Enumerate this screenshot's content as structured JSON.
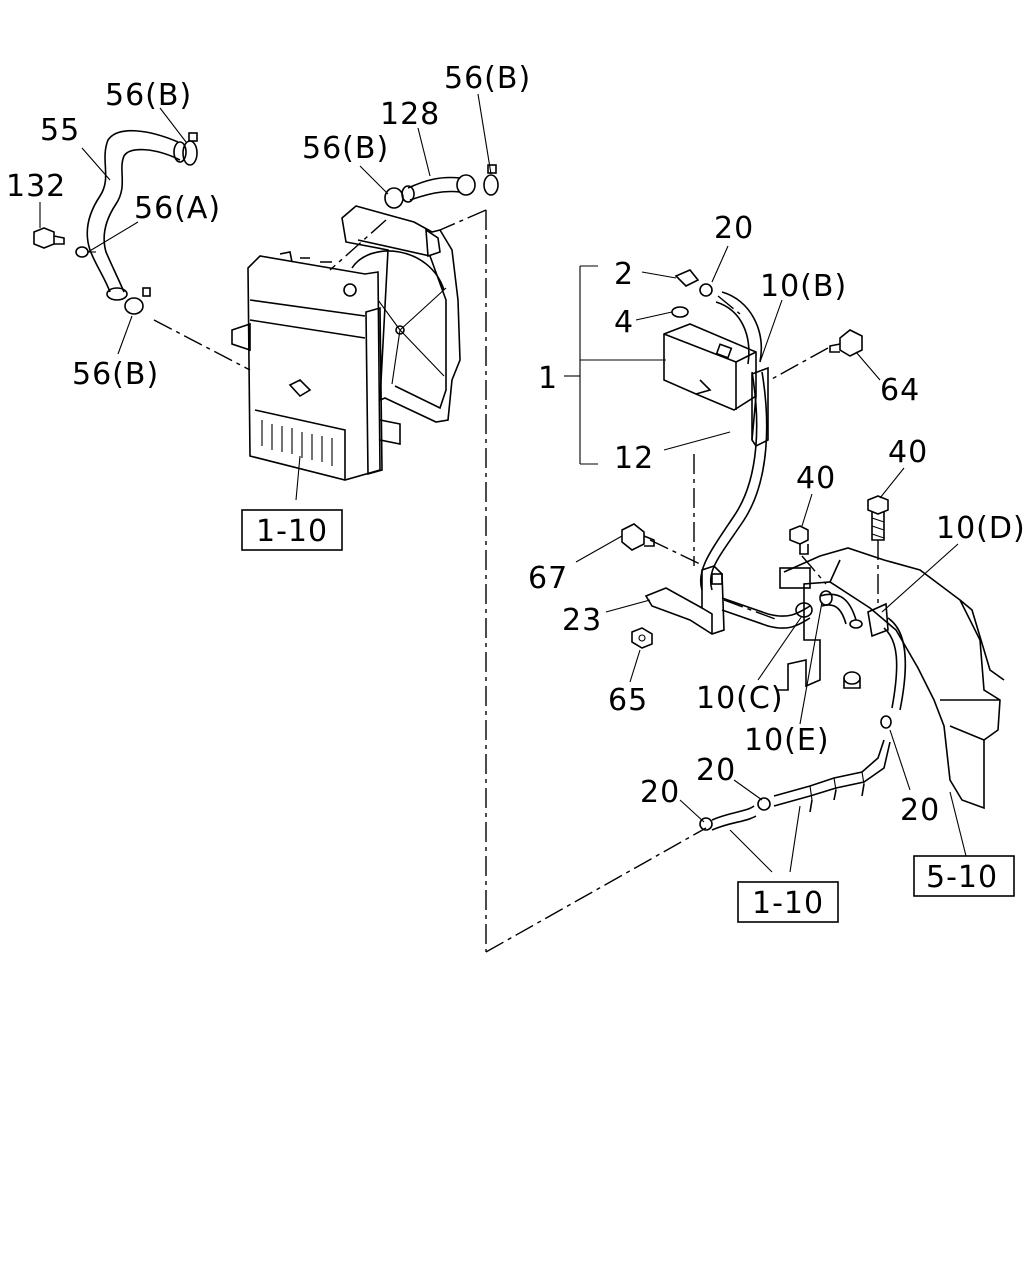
{
  "labels": {
    "part_56b_top_left": "56(B)",
    "part_55": "55",
    "part_132": "132",
    "part_56a": "56(A)",
    "part_56b_bottom_left": "56(B)",
    "part_56b_top_right": "56(B)",
    "part_128": "128",
    "part_56b_mid": "56(B)",
    "part_20_top": "20",
    "part_2": "2",
    "part_10b": "10(B)",
    "part_4": "4",
    "part_64": "64",
    "part_1": "1",
    "part_12": "12",
    "part_40_left": "40",
    "part_40_right": "40",
    "part_10d": "10(D)",
    "part_67": "67",
    "part_23": "23",
    "part_65": "65",
    "part_10c": "10(C)",
    "part_10e": "10(E)",
    "part_20_a": "20",
    "part_20_b": "20",
    "part_20_c": "20"
  },
  "refs": {
    "ref_radiator": "1-10",
    "ref_lower": "1-10",
    "ref_5_10": "5-10"
  }
}
